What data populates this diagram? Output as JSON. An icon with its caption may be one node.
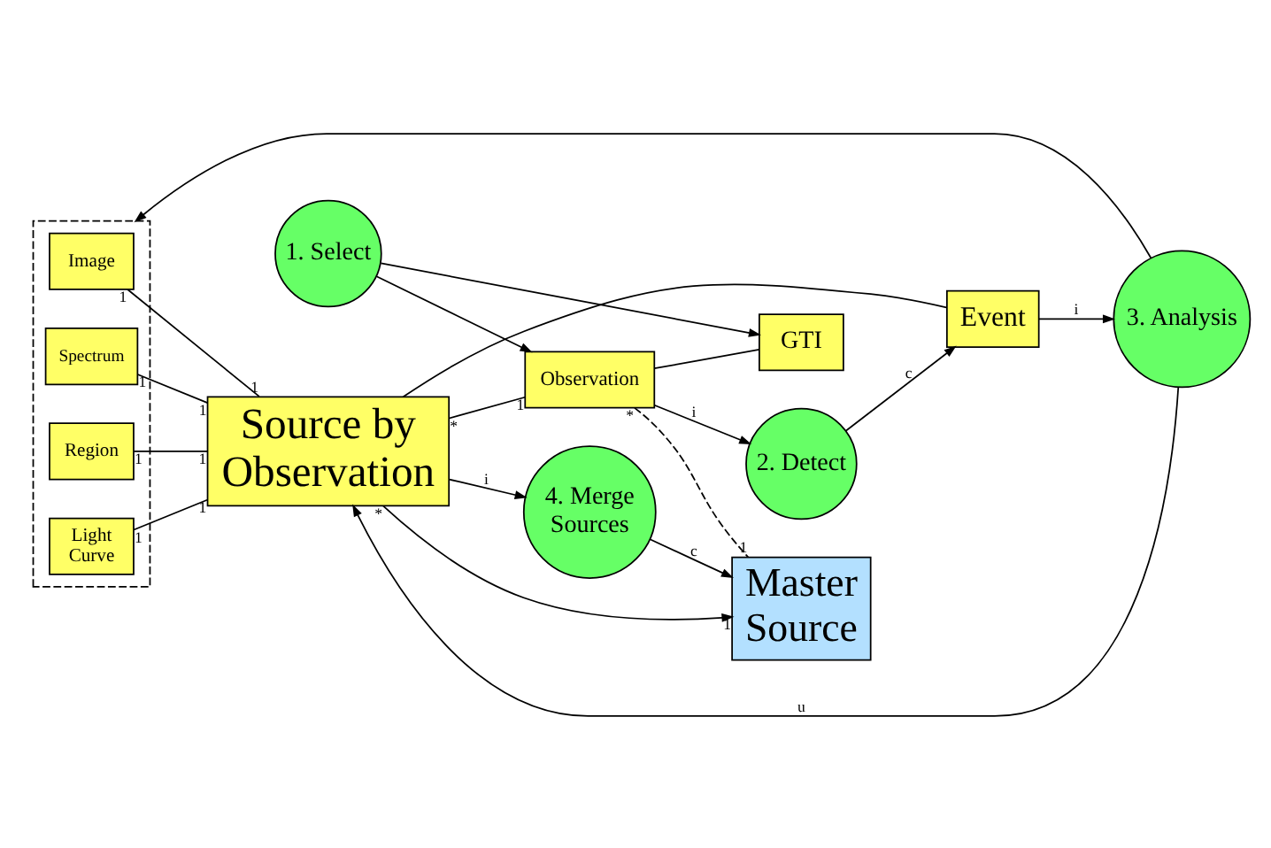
{
  "diagram": {
    "nodes": [
      {
        "text": [],
        "shape": "box"
      },
      {
        "text": [
          "Image"
        ],
        "in": 0
      },
      {
        "text": [
          "Light Curve"
        ],
        "in": 0
      },
      {
        "text": [
          "Spectrum"
        ],
        "in": 0
      },
      {
        "text": [
          "Region"
        ],
        "in": 0
      },
      {
        "text": [
          "3. Analysis"
        ]
      },
      {
        "text": [
          "2. Detect"
        ]
      },
      {
        "text": [
          "Event"
        ]
      },
      {
        "text": [
          "1. Select"
        ]
      },
      {
        "text": [
          "Source by Observation"
        ]
      },
      {
        "text": [
          "Observation"
        ]
      },
      {
        "text": [
          "GTI"
        ]
      },
      {
        "text": [
          "4. Merge Sources"
        ]
      },
      {
        "text": [
          "Master Source"
        ]
      }
    ],
    "edges": [
      {
        "from": 5,
        "to": 0,
        "arrow": "to"
      },
      {
        "from": 7,
        "to": 5,
        "arrow": "to",
        "label": "i"
      },
      {
        "from": 5,
        "to": 9,
        "arrow": "to",
        "label": "u"
      },
      {
        "from": 6,
        "to": 7,
        "arrow": "to",
        "label": "c"
      },
      {
        "from": 10,
        "to": 6,
        "arrow": "to",
        "label": "i"
      },
      {
        "from": 8,
        "to": 10,
        "arrow": "to"
      },
      {
        "from": 8,
        "to": 11,
        "arrow": "to"
      },
      {
        "from": 7,
        "to": 9,
        "arrow": "none"
      },
      {
        "from": 1,
        "to": 9,
        "arrow": "none"
      },
      {
        "from": 2,
        "to": 9,
        "arrow": "none"
      },
      {
        "from": 3,
        "to": 9,
        "arrow": "none"
      },
      {
        "from": 4,
        "to": 9,
        "arrow": "none"
      },
      {
        "from": 9,
        "to": 10,
        "arrow": "none"
      },
      {
        "from": 10,
        "to": 11,
        "arrow": "none"
      },
      {
        "from": 9,
        "to": 12,
        "arrow": "to",
        "label": "i"
      },
      {
        "from": 12,
        "to": 13,
        "arrow": "to",
        "label": "c"
      },
      {
        "from": 9,
        "to": 13,
        "arrow": "to"
      },
      {
        "from": 10,
        "to": 13,
        "arrow": "none",
        "style": "dashed"
      }
    ],
    "labels": [
      "1",
      "1",
      "1",
      "1",
      "*",
      "1",
      "1",
      "1",
      "1",
      "*",
      "1",
      "*",
      "1",
      "1"
    ]
  }
}
